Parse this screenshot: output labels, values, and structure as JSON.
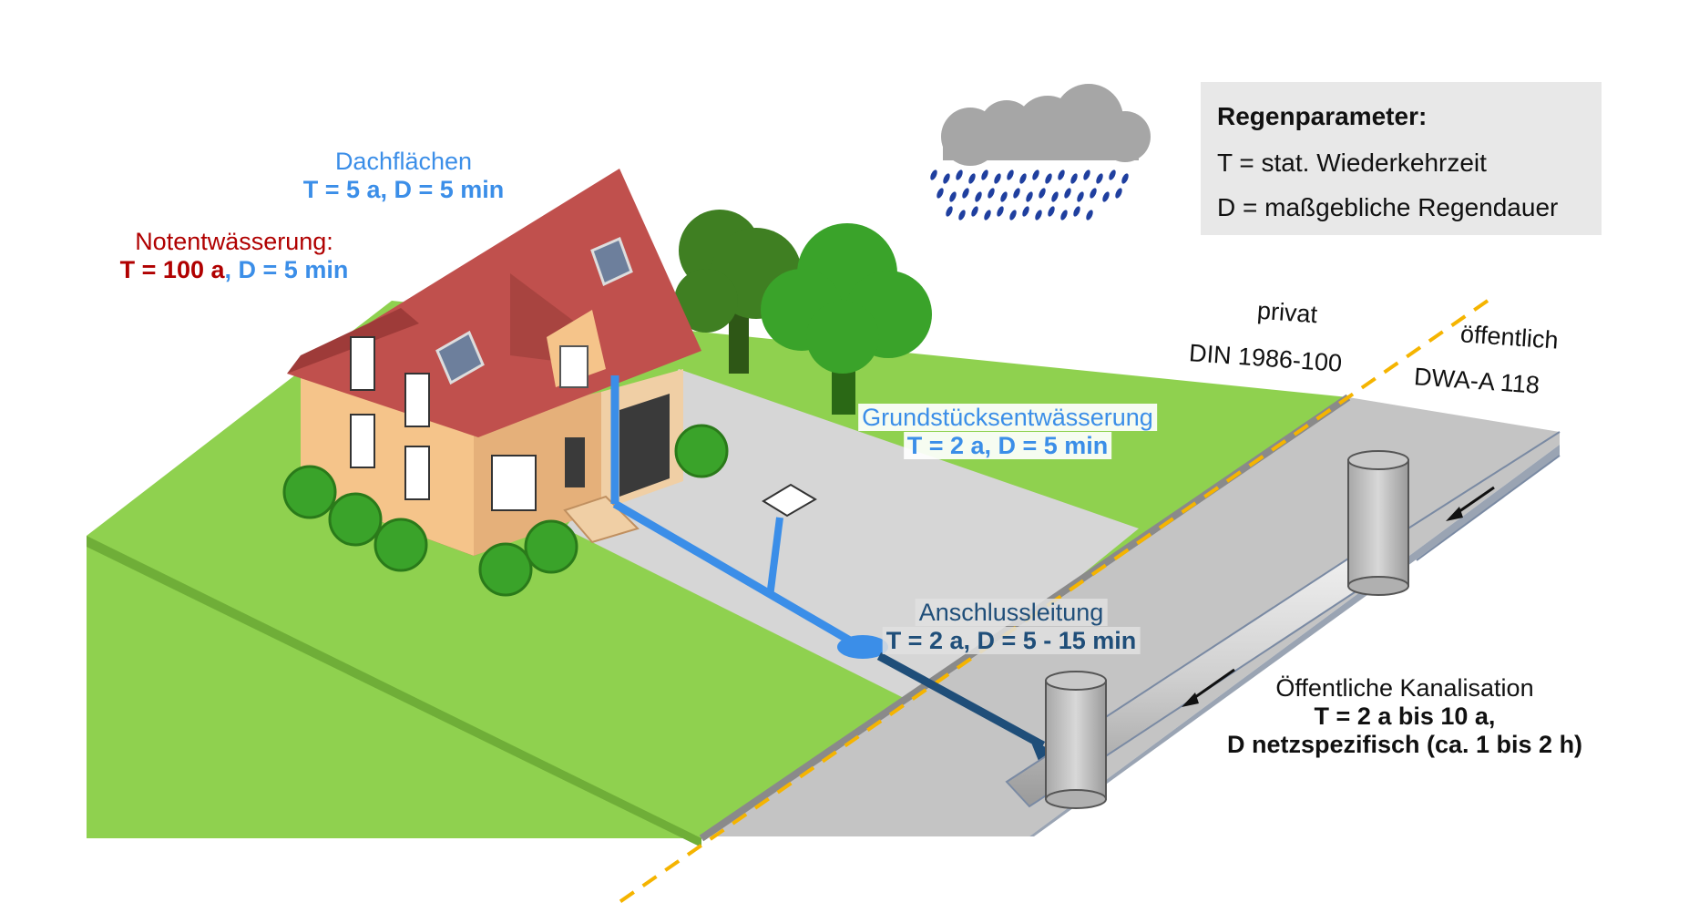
{
  "legend": {
    "title": "Regenparameter:",
    "line1": "T = stat. Wiederkehrzeit",
    "line2": "D = maßgebliche Regendauer"
  },
  "labels": {
    "dachflaechen": {
      "title": "Dachflächen",
      "params": "T = 5 a, D = 5 min"
    },
    "notentwaesserung": {
      "title": "Notentwässerung:",
      "t_part": "T = 100 a",
      "sep": ",",
      "d_part": " D = 5 min"
    },
    "grundstueck": {
      "title": "Grundstücksentwässerung",
      "params": "T = 2 a, D = 5 min"
    },
    "anschluss": {
      "title": "Anschlussleitung",
      "params": "T = 2 a, D = 5 - 15 min"
    },
    "kanalisation": {
      "title": "Öffentliche Kanalisation",
      "line2": "T = 2 a bis 10 a,",
      "line3": "D netzspezifisch (ca. 1 bis 2 h)"
    },
    "privat": "privat",
    "din": "DIN 1986-100",
    "oeffentlich": "öffentlich",
    "dwa": "DWA-A 118"
  },
  "colors": {
    "lawn": "#8fd14f",
    "driveway": "#d6d6d6",
    "street": "#c4c4c4",
    "roof": "#c0504d",
    "wall": "#f5c48a",
    "private_pipe": "#3b8ee8",
    "connection_pipe": "#1f4e79",
    "sewer": "#d9d9d9",
    "boundary": "#f5b400",
    "cloud": "#a6a6a6",
    "rain": "#1f3f9f",
    "tree": "#2e6b1a"
  }
}
